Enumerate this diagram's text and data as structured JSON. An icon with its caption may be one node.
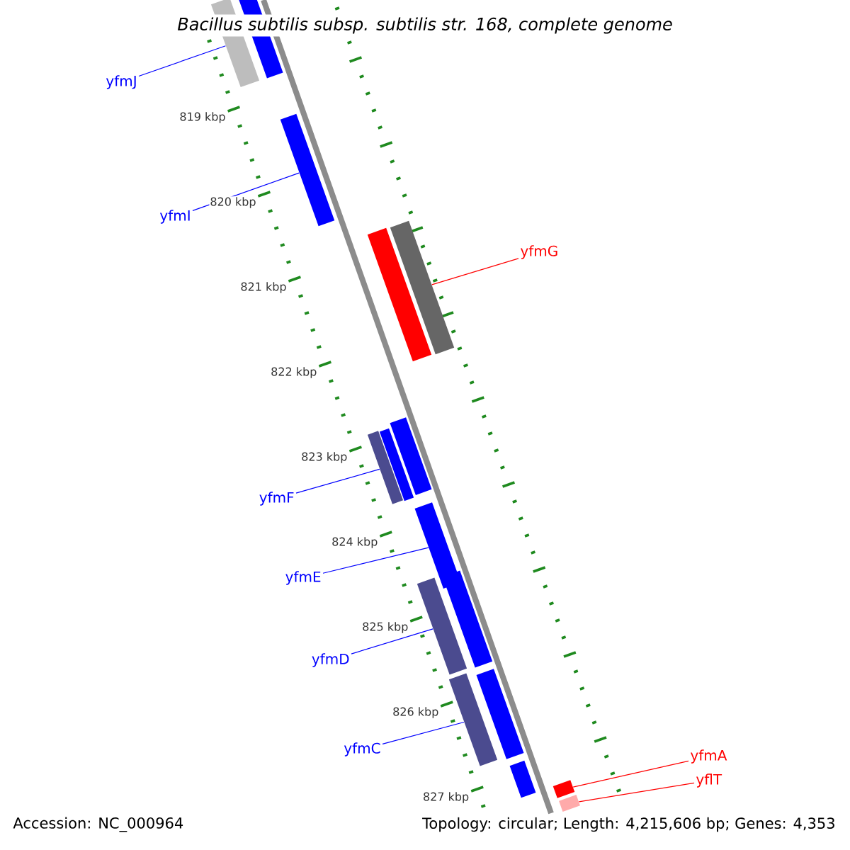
{
  "diagram": {
    "title": "Bacillus subtilis subsp. subtilis str. 168, complete genome",
    "nodes": [
      {
        "text": [
          "yfmJ"
        ]
      },
      {
        "text": [],
        "shape": "bar"
      },
      {
        "text": [],
        "shape": "bar"
      },
      {
        "text": [
          "yfmI"
        ]
      },
      {
        "text": [],
        "shape": "bar"
      },
      {
        "text": [
          "yfmG"
        ]
      },
      {
        "text": [],
        "shape": "bar"
      },
      {
        "text": [],
        "shape": "bar"
      },
      {
        "text": [],
        "shape": "bar"
      },
      {
        "text": [],
        "shape": "bar"
      },
      {
        "text": [],
        "shape": "bar"
      },
      {
        "text": [
          "yfmF"
        ]
      },
      {
        "text": [
          "yfmE"
        ]
      },
      {
        "text": [],
        "shape": "bar"
      },
      {
        "text": [
          "yfmD"
        ]
      },
      {
        "text": [],
        "shape": "bar"
      },
      {
        "text": [],
        "shape": "bar"
      },
      {
        "text": [
          "yfmC"
        ]
      },
      {
        "text": [],
        "shape": "bar"
      },
      {
        "text": [],
        "shape": "bar"
      },
      {
        "text": [],
        "shape": "bar"
      },
      {
        "text": [
          "yfmA"
        ]
      },
      {
        "text": [],
        "shape": "bar"
      },
      {
        "text": [
          "yflT"
        ]
      },
      {
        "text": [],
        "shape": "bar"
      }
    ],
    "edges": [
      {
        "from": 0,
        "to": 1,
        "arrow": "none"
      },
      {
        "from": 3,
        "to": 4,
        "arrow": "none"
      },
      {
        "from": 5,
        "to": 7,
        "arrow": "none",
        "color": "#ff0000"
      },
      {
        "from": 11,
        "to": 8,
        "arrow": "none"
      },
      {
        "from": 12,
        "to": 13,
        "arrow": "none"
      },
      {
        "from": 14,
        "to": 15,
        "arrow": "none"
      },
      {
        "from": 17,
        "to": 18,
        "arrow": "none"
      },
      {
        "from": 21,
        "to": 22,
        "arrow": "none",
        "color": "#ff0000"
      },
      {
        "from": 23,
        "to": 24,
        "arrow": "none",
        "color": "#ff0000"
      }
    ],
    "labels": [
      "819 kbp",
      "820 kbp",
      "821 kbp",
      "822 kbp",
      "823 kbp",
      "824 kbp",
      "825 kbp",
      "826 kbp",
      "827 kbp",
      "Accession: NC_000964",
      "Topology: circular; Length: 4,215,606 bp; Genes: 4,353"
    ]
  }
}
